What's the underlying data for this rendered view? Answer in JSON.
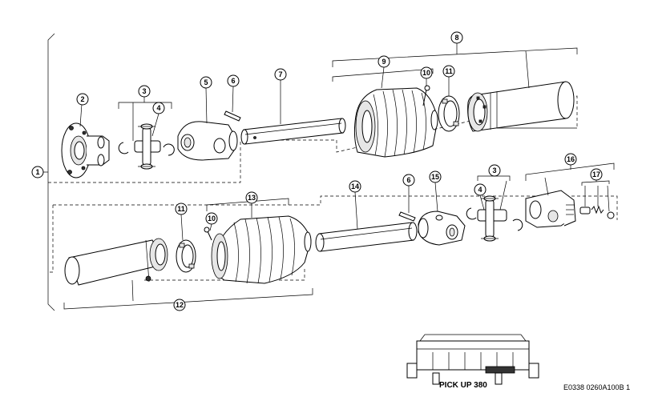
{
  "diagram": {
    "callouts": [
      "1",
      "2",
      "3",
      "4",
      "5",
      "6",
      "7",
      "8",
      "9",
      "10",
      "11",
      "12",
      "13",
      "14",
      "15",
      "16",
      "17"
    ],
    "machine_caption": "PICK UP 380",
    "figure_code": "E0338 0260A100B 1"
  }
}
